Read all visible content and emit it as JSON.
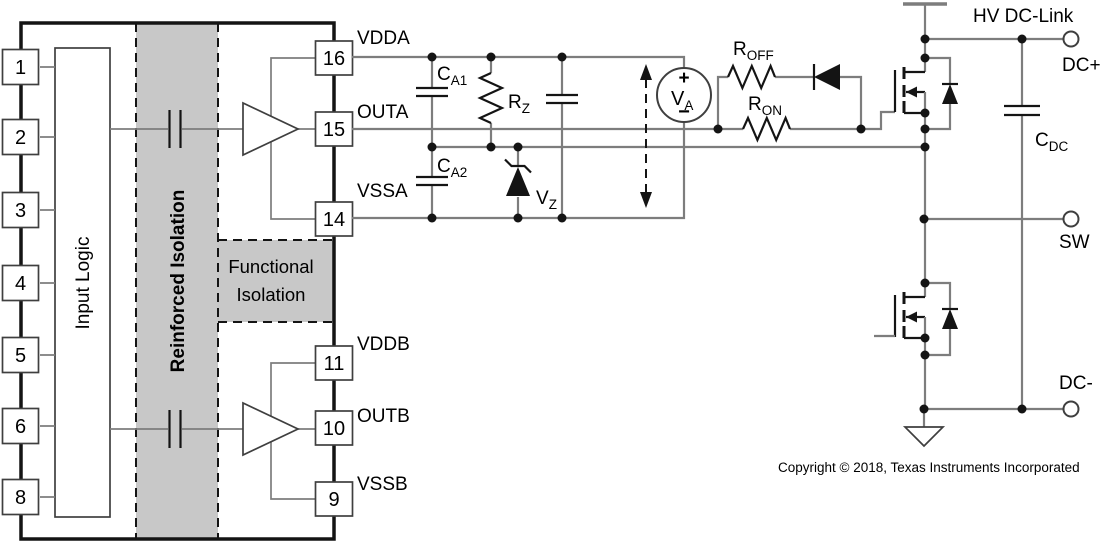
{
  "colors": {
    "wire": "#7d7d7d",
    "symbol": "#141414",
    "box_stroke": "#3f3f3f",
    "gray_fill": "#c8c8c8",
    "background": "#ffffff"
  },
  "ic": {
    "left_pins": [
      "1",
      "2",
      "3",
      "4",
      "5",
      "6",
      "8"
    ],
    "right_pins": [
      "16",
      "15",
      "14",
      "11",
      "10",
      "9"
    ],
    "input_logic": "Input Logic",
    "reinforced_isolation": "Reinforced Isolation",
    "functional_isolation_line1": "Functional",
    "functional_isolation_line2": "Isolation"
  },
  "pin_labels": {
    "vdda": "VDDA",
    "outa": "OUTA",
    "vssa": "VSSA",
    "vddb": "VDDB",
    "outb": "OUTB",
    "vssb": "VSSB"
  },
  "components": {
    "ca1": {
      "main": "C",
      "sub": "A1"
    },
    "ca2": {
      "main": "C",
      "sub": "A2"
    },
    "rz": {
      "main": "R",
      "sub": "Z"
    },
    "vz": {
      "main": "V",
      "sub": "Z"
    },
    "va": {
      "main": "V",
      "sub": "A",
      "plus": "+",
      "minus": "−"
    },
    "roff": {
      "main": "R",
      "sub": "OFF"
    },
    "ron": {
      "main": "R",
      "sub": "ON"
    },
    "cdc": {
      "main": "C",
      "sub": "DC"
    }
  },
  "terminals": {
    "hv_dc_link": "HV DC-Link",
    "dc_plus": "DC+",
    "sw": "SW",
    "dc_minus": "DC-"
  },
  "footer": {
    "copyright": "Copyright © 2018, Texas Instruments Incorporated"
  }
}
